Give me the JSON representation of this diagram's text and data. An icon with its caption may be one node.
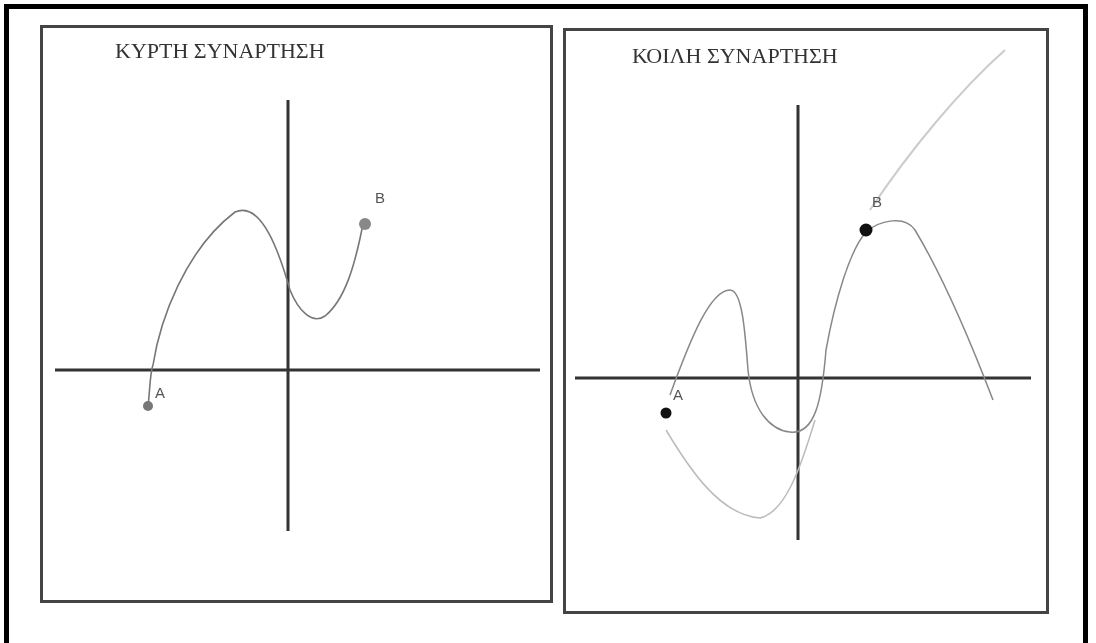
{
  "diagram": {
    "nodes": [
      {
        "text": [
          "ΚΥΡΤΗ ΣΥΝΑΡΤΗΣΗ"
        ]
      },
      {
        "text": [
          "ΚΟΙΛΗ ΣΥΝΑΡΤΗΣΗ"
        ]
      }
    ],
    "edges": [],
    "labels": [
      "B",
      "A",
      "B",
      "A"
    ]
  }
}
